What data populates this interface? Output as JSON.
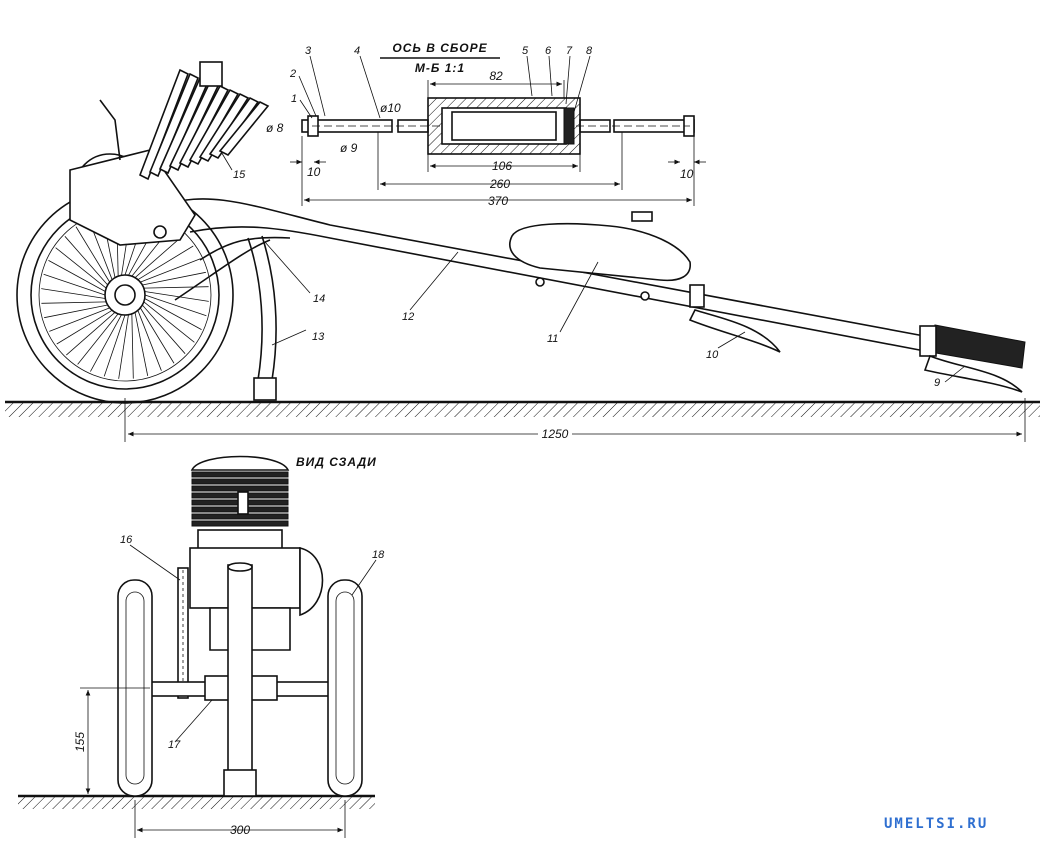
{
  "side_view": {
    "dimension_total": "1250",
    "part_labels": [
      "9",
      "10",
      "11",
      "12",
      "13",
      "14",
      "15"
    ]
  },
  "axle_assembly": {
    "title_line1": "ОСЬ В СБОРЕ",
    "title_line2": "М-Б 1:1",
    "part_labels": [
      "1",
      "2",
      "3",
      "4",
      "5",
      "6",
      "7",
      "8"
    ],
    "dim_d8": "ø 8",
    "dim_d9": "ø 9",
    "dim_d10": "ø10",
    "dim_82": "82",
    "dim_106": "106",
    "dim_260": "260",
    "dim_370": "370",
    "dim_10_left": "10",
    "dim_10_right": "10"
  },
  "rear_view": {
    "title": "ВИД СЗАДИ",
    "part_labels": [
      "16",
      "17",
      "18"
    ],
    "dim_height": "155",
    "dim_track": "300"
  },
  "watermark": "UMELTSI.RU"
}
